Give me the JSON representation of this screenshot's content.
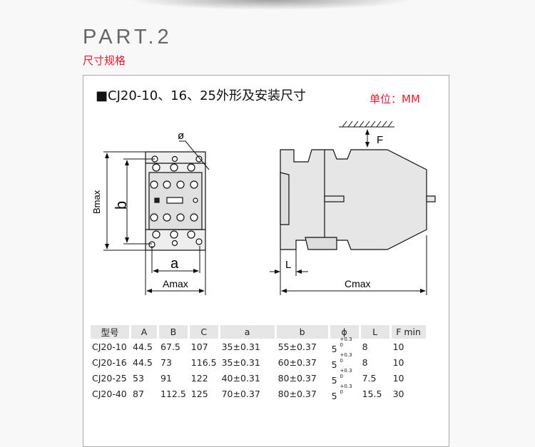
{
  "header": {
    "part": "PART.2",
    "subtitle": "尺寸规格"
  },
  "section": {
    "title": "■CJ20-10、16、25外形及安装尺寸",
    "unit": "单位：MM"
  },
  "drawing": {
    "labels": {
      "phi": "ø",
      "bmax": "Bmax",
      "b": "b",
      "a": "a",
      "amax": "Amax",
      "f": "F",
      "l": "L",
      "cmax": "Cmax"
    }
  },
  "table": {
    "headers": [
      "型号",
      "A",
      "B",
      "C",
      "a",
      "b",
      "ϕ",
      "L",
      "F min"
    ],
    "rows": [
      [
        "CJ20-10",
        "44.5",
        "67.5",
        "107",
        "35±0.31",
        "55±0.37",
        "5",
        "+0.3",
        "0",
        "8",
        "10"
      ],
      [
        "CJ20-16",
        "44.5",
        "73",
        "116.5",
        "35±0.31",
        "60±0.37",
        "5",
        "+0.3",
        "0",
        "8",
        "10"
      ],
      [
        "CJ20-25",
        "53",
        "91",
        "122",
        "40±0.31",
        "80±0.37",
        "5",
        "+0.3",
        "0",
        "7.5",
        "10"
      ],
      [
        "CJ20-40",
        "87",
        "112.5",
        "125",
        "70±0.37",
        "80±0.37",
        "5",
        "+0.3",
        "0",
        "15.5",
        "30"
      ]
    ]
  }
}
